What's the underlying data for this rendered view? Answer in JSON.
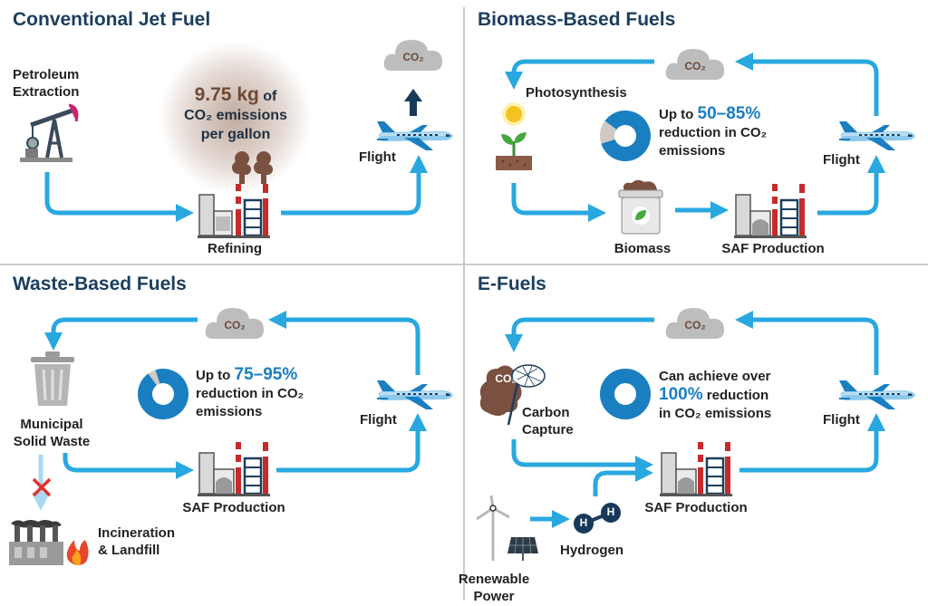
{
  "panels": {
    "conventional": {
      "title": "Conventional Jet Fuel",
      "extraction_label_1": "Petroleum",
      "extraction_label_2": "Extraction",
      "refining_label": "Refining",
      "flight_label": "Flight",
      "co2": "CO₂",
      "emission_value": "9.75 kg",
      "emission_of": " of",
      "emission_line_2": "CO₂ emissions",
      "emission_line_3": "per gallon"
    },
    "biomass": {
      "title": "Biomass-Based Fuels",
      "photosynthesis_label": "Photosynthesis",
      "biomass_label": "Biomass",
      "saf_label": "SAF Production",
      "flight_label": "Flight",
      "co2": "CO₂",
      "stat_prefix": "Up to ",
      "stat_value": "50–85%",
      "stat_line_2": "reduction in CO₂",
      "stat_line_3": "emissions"
    },
    "waste": {
      "title": "Waste-Based Fuels",
      "msw_label_1": "Municipal",
      "msw_label_2": "Solid Waste",
      "saf_label": "SAF Production",
      "flight_label": "Flight",
      "incineration_label_1": "Incineration",
      "incineration_label_2": "& Landfill",
      "co2": "CO₂",
      "stat_prefix": "Up to ",
      "stat_value": "75–95%",
      "stat_line_2": "reduction in CO₂",
      "stat_line_3": "emissions"
    },
    "efuels": {
      "title": "E-Fuels",
      "capture_label_1": "Carbon",
      "capture_label_2": "Capture",
      "saf_label": "SAF Production",
      "flight_label": "Flight",
      "hydrogen_label": "Hydrogen",
      "h_symbol": "H",
      "renewable_label_1": "Renewable",
      "renewable_label_2": "Power",
      "co2": "CO₂",
      "stat_line_1": "Can achieve over",
      "stat_value": "100%",
      "stat_suffix": " reduction",
      "stat_line_3": "in CO₂ emissions"
    }
  },
  "colors": {
    "arrow": "#29a8e0",
    "title": "#1b3e5f",
    "highlight": "#1a7fc1",
    "emission_brown": "#6e4a35",
    "cloud_gray": "#bdbdbd"
  },
  "chart_data": [
    {
      "type": "pie",
      "title": "",
      "values": [
        85,
        15
      ],
      "colors": [
        "#1a7fc1",
        "#cfcac4"
      ],
      "note_range": "50–85%"
    },
    {
      "type": "pie",
      "title": "",
      "values": [
        95,
        5
      ],
      "colors": [
        "#1a7fc1",
        "#cfcac4"
      ],
      "note_range": "75–95%"
    },
    {
      "type": "pie",
      "title": "",
      "values": [
        100
      ],
      "colors": [
        "#1a7fc1"
      ],
      "note_range": "100%"
    }
  ]
}
